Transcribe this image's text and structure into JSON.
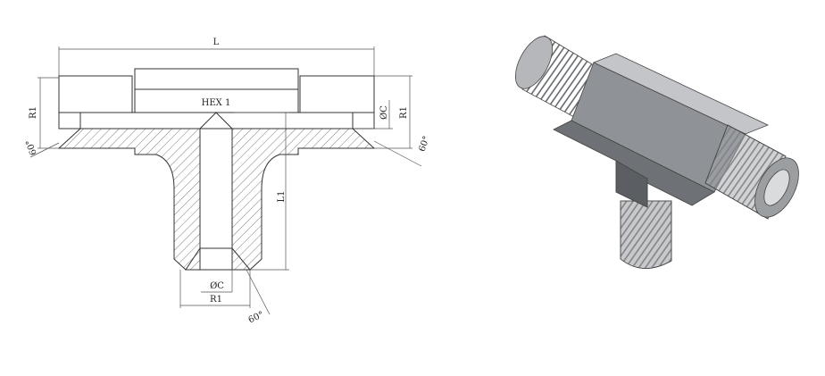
{
  "drawing": {
    "dimensions": {
      "length": "L",
      "thread_left": "R1",
      "hex": "HEX 1",
      "bore_right": "ØC",
      "thread_right": "R1",
      "angle_left": "60°",
      "angle_right": "60°",
      "branch_length": "L1",
      "bore_bottom": "ØC",
      "thread_bottom": "R1",
      "angle_bottom": "60°"
    },
    "colors": {
      "line": "#333333",
      "render_body": "#8a8d91",
      "render_dark": "#5f6266",
      "render_light": "#c4c6c9"
    }
  }
}
